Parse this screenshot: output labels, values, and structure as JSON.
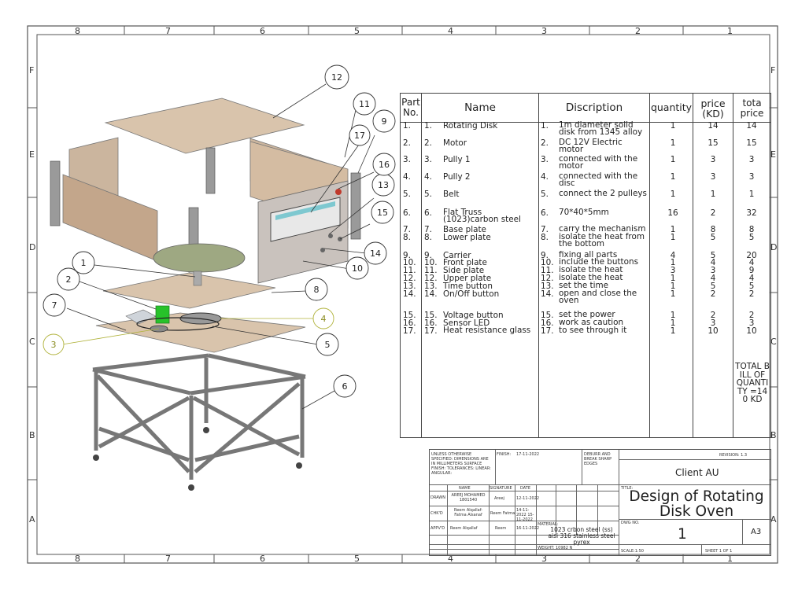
{
  "zones": {
    "top": [
      "8",
      "7",
      "6",
      "5",
      "4",
      "3",
      "2",
      "1"
    ],
    "bottom": [
      "8",
      "7",
      "6",
      "5",
      "4",
      "3",
      "2",
      "1"
    ],
    "left": [
      "F",
      "E",
      "D",
      "C",
      "B",
      "A"
    ],
    "right": [
      "F",
      "E",
      "D",
      "C",
      "B",
      "A"
    ]
  },
  "balloons": [
    "1",
    "2",
    "3",
    "4",
    "5",
    "6",
    "7",
    "8",
    "9",
    "10",
    "11",
    "12",
    "13",
    "14",
    "15",
    "16",
    "17"
  ],
  "bom": {
    "headers": {
      "part": "Part No.",
      "name": "Name",
      "description": "Discription",
      "quantity": "quantity",
      "price": "price (KD)",
      "total": "tota price"
    },
    "rows": [
      {
        "part": "1.",
        "num": "1.",
        "name": "Rotating Disk",
        "dn": "1.",
        "desc": "1m diameter solid disk from 1345 alloy",
        "qty": "1",
        "price": "14",
        "total": "14"
      },
      {
        "part": "2.",
        "num": "2.",
        "name": "Motor",
        "dn": "2.",
        "desc": "DC 12V Electric motor",
        "qty": "1",
        "price": "15",
        "total": "15"
      },
      {
        "part": "3.",
        "num": "3.",
        "name": "Pully 1",
        "dn": "3.",
        "desc": "connected with the motor",
        "qty": "1",
        "price": "3",
        "total": "3"
      },
      {
        "part": "4.",
        "num": "4.",
        "name": "Pully 2",
        "dn": "4.",
        "desc": "connected with the disc",
        "qty": "1",
        "price": "3",
        "total": "3"
      },
      {
        "part": "5.",
        "num": "5.",
        "name": "Belt",
        "dn": "5.",
        "desc": "connect the 2 pulleys",
        "qty": "1",
        "price": "1",
        "total": "1"
      },
      {
        "part": "6.",
        "num": "6.",
        "name": "Flat Truss (1023)carbon steel",
        "dn": "6.",
        "desc": "70*40*5mm",
        "qty": "16",
        "price": "2",
        "total": "32"
      },
      {
        "part": "7.",
        "num": "7.",
        "name": "Base plate",
        "dn": "7.",
        "desc": "carry the mechanism",
        "qty": "1",
        "price": "8",
        "total": "8"
      },
      {
        "part": "8.",
        "num": "8.",
        "name": "Lower plate",
        "dn": "8.",
        "desc": "isolate the heat from the bottom",
        "qty": "1",
        "price": "5",
        "total": "5"
      },
      {
        "part": "9.",
        "num": "9.",
        "name": "Carrier",
        "dn": "9.",
        "desc": "fixing all parts",
        "qty": "4",
        "price": "5",
        "total": "20"
      },
      {
        "part": "10.",
        "num": "10.",
        "name": "Front plate",
        "dn": "10.",
        "desc": "include the buttons",
        "qty": "1",
        "price": "4",
        "total": "4"
      },
      {
        "part": "11.",
        "num": "11.",
        "name": "Side plate",
        "dn": "11.",
        "desc": "isolate the heat",
        "qty": "3",
        "price": "3",
        "total": "9"
      },
      {
        "part": "12.",
        "num": "12.",
        "name": "Upper plate",
        "dn": "12.",
        "desc": "isolate the heat",
        "qty": "1",
        "price": "4",
        "total": "4"
      },
      {
        "part": "13.",
        "num": "13.",
        "name": "Time button",
        "dn": "13.",
        "desc": "set the time",
        "qty": "1",
        "price": "5",
        "total": "5"
      },
      {
        "part": "14.",
        "num": "14.",
        "name": "On/Off button",
        "dn": "14.",
        "desc": "open and close the oven",
        "qty": "1",
        "price": "2",
        "total": "2"
      },
      {
        "part": "15.",
        "num": "15.",
        "name": "Voltage button",
        "dn": "15.",
        "desc": "set the power",
        "qty": "1",
        "price": "2",
        "total": "2"
      },
      {
        "part": "16.",
        "num": "16.",
        "name": "Sensor LED",
        "dn": "16.",
        "desc": "work as caution",
        "qty": "1",
        "price": "3",
        "total": "3"
      },
      {
        "part": "17.",
        "num": "17.",
        "name": "Heat resistance glass",
        "dn": "17.",
        "desc": "to see through it",
        "qty": "1",
        "price": "10",
        "total": "10"
      }
    ],
    "total_label": "TOTAL BILL OF QUANTITY =140 KD"
  },
  "title_block": {
    "unless": "UNLESS OTHERWISE SPECIFIED: DIMENSIONS ARE IN MILLIMETERS SURFACE FINISH: TOLERANCES: LINEAR: ANGULAR:",
    "finish_label": "FINISH:",
    "finish_date": "17-11-2022",
    "deburr": "DEBURR AND BREAK SHARP EDGES",
    "revision": "REVISION: 1.3",
    "client": "Client AU",
    "col_name": "NAME",
    "col_signature": "SIGNATURE",
    "col_date": "DATE",
    "drawn_label": "DRAWN",
    "drawn_name": "AREEJ MOHAMED 1801540",
    "drawn_sig": "Areej",
    "drawn_date": "12-11-2022",
    "chkd_label": "CHK'D",
    "chkd_name": "Reem Alqallaf- Fatma Alsanaf",
    "chkd_sig": "Reem Fatma",
    "chkd_date": "14-11-2022 15-11-2022",
    "appvd_label": "APPV'D",
    "appvd_name": "Reem Alqallaf",
    "appvd_sig": "Reem",
    "appvd_date": "16-11-2022",
    "title_label": "TITLE:",
    "title": "Design of Rotating Disk Oven",
    "material_label": "MATERIAL:",
    "material": "1023 crbon steel (ss) aisi 316 stainless steel pyrex",
    "dwg_label": "DWG NO.",
    "dwg_no": "1",
    "size": "A3",
    "weight": "WEIGHT: 10982 N",
    "scale": "SCALE:1:50",
    "sheet": "SHEET 1 OF 1"
  }
}
